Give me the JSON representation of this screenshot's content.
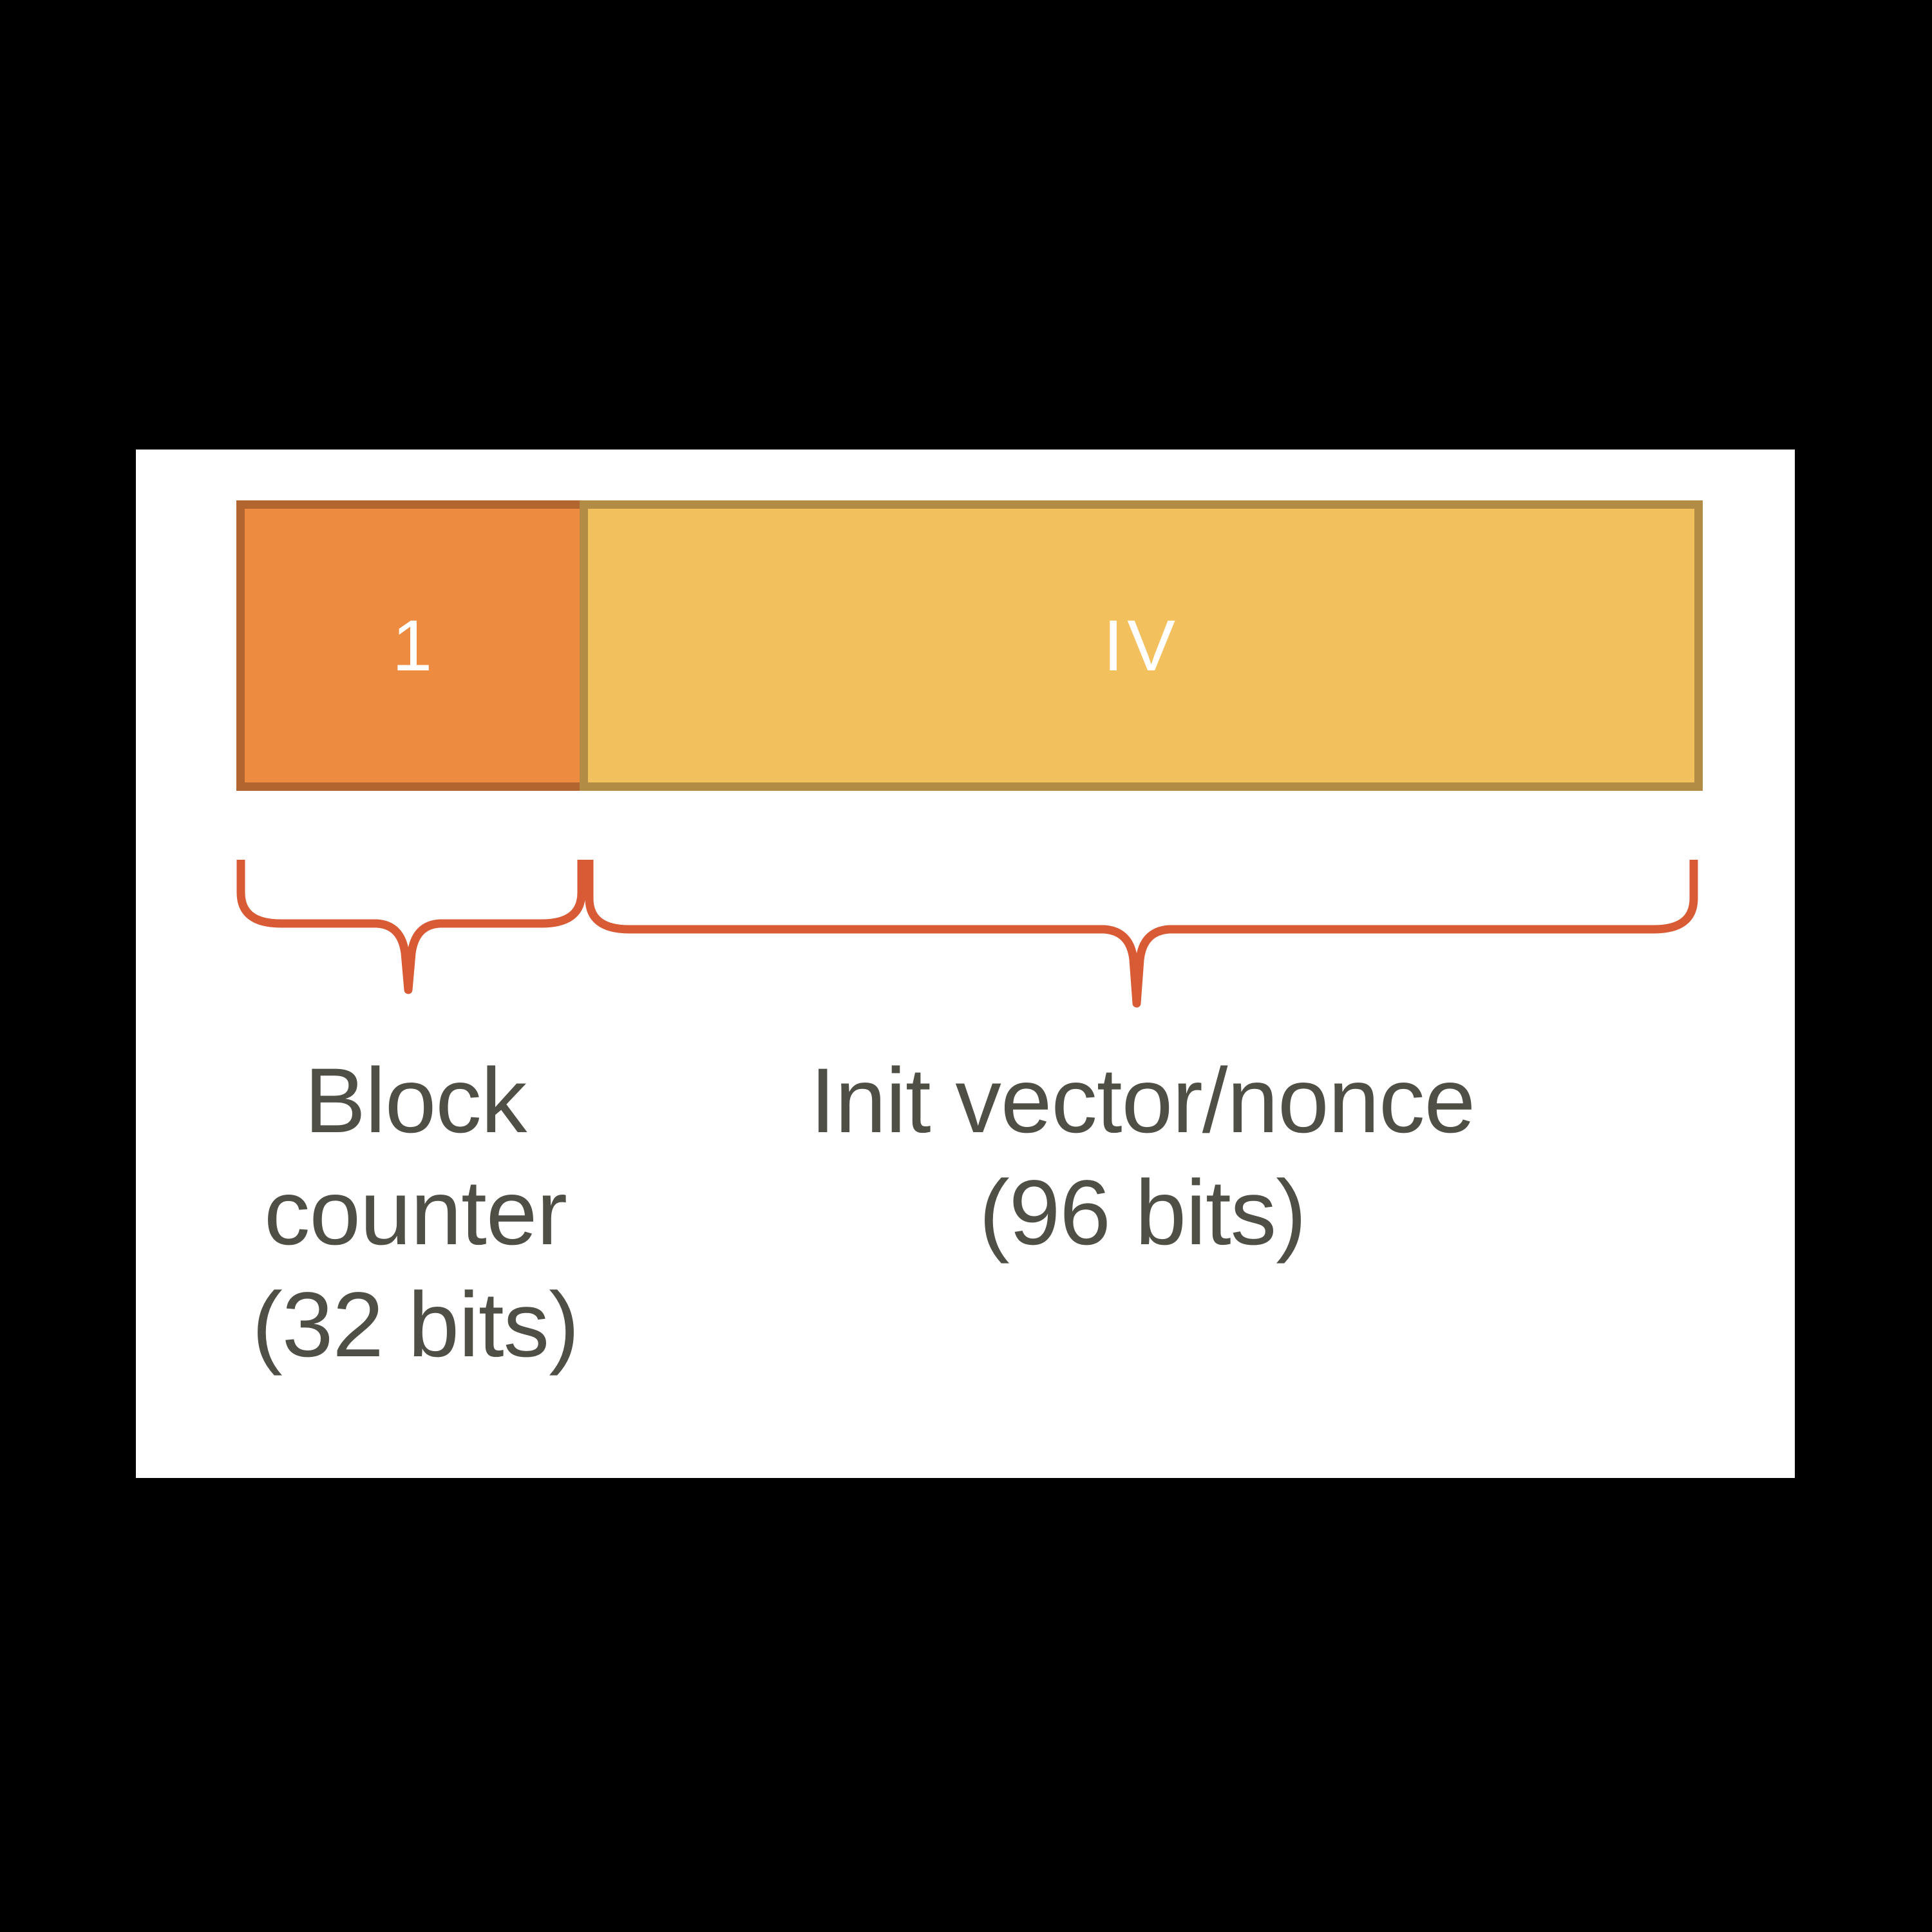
{
  "diagram": {
    "bar": {
      "segments": [
        {
          "id": "block-counter",
          "label": "1",
          "fill": "#ED8B40",
          "border": "#B2652F"
        },
        {
          "id": "init-vector",
          "label": "IV",
          "fill": "#F3C05E",
          "border": "#B28C45"
        }
      ]
    },
    "braces": {
      "color": "#D95B35"
    },
    "captions": {
      "text_color": "#4F4F46",
      "block_counter_lines": [
        "Block",
        "counter",
        "(32 bits)"
      ],
      "iv_lines": [
        "Init vector/nonce",
        "(96 bits)"
      ]
    },
    "background": {
      "outer": "#000000",
      "panel": "#FFFFFF"
    }
  }
}
